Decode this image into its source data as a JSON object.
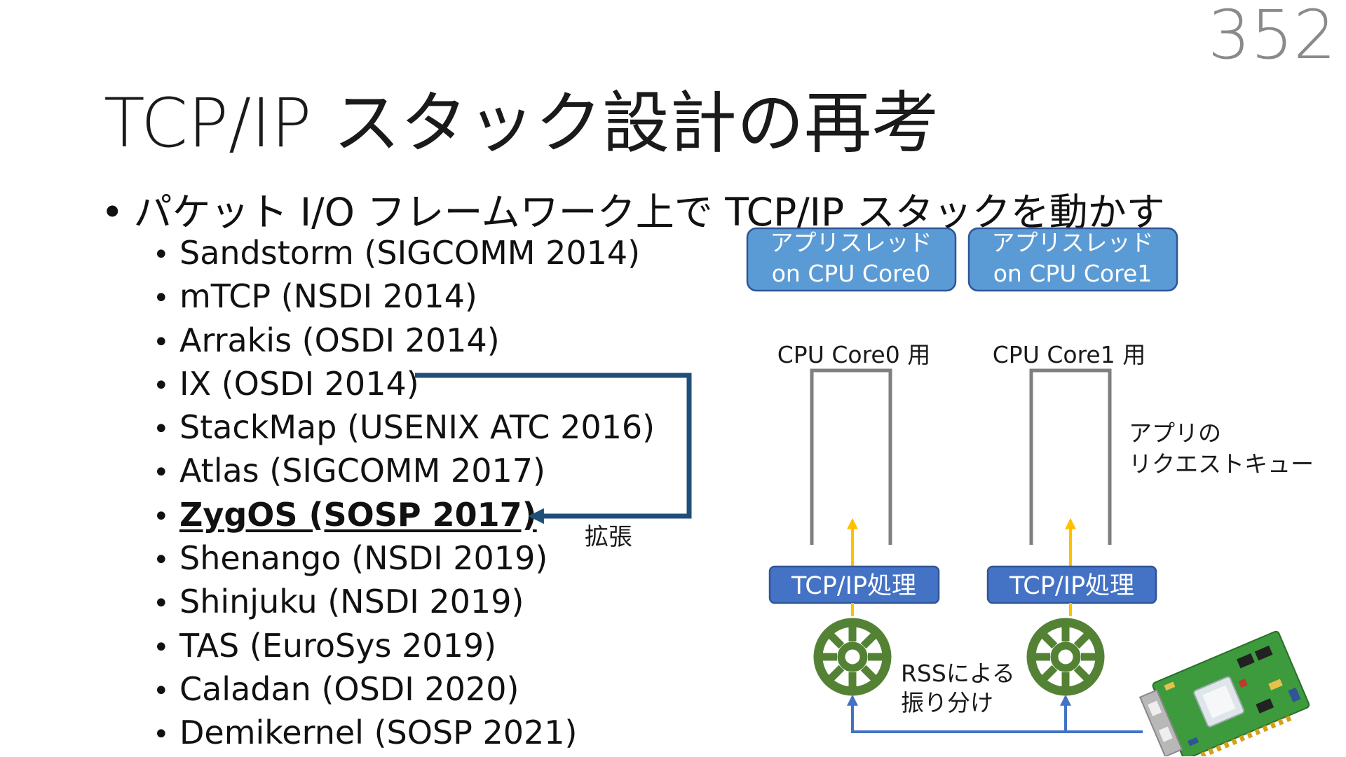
{
  "slide": {
    "page_number": "352",
    "title": "TCP/IP スタック設計の再考",
    "main_bullet": "パケット I/O フレームワーク上で TCP/IP スタックを動かす",
    "bullet_glyph": "•",
    "systems": [
      {
        "label": "Sandstorm (SIGCOMM 2014)"
      },
      {
        "label": "mTCP (NSDI 2014)"
      },
      {
        "label": "Arrakis (OSDI 2014)"
      },
      {
        "label": "IX (OSDI 2014)"
      },
      {
        "label": "StackMap (USENIX ATC 2016)"
      },
      {
        "label": "Atlas (SIGCOMM 2017)"
      },
      {
        "label": "ZygOS (SOSP 2017)",
        "highlight": true
      },
      {
        "label": "Shenango (NSDI 2019)"
      },
      {
        "label": "Shinjuku (NSDI 2019)"
      },
      {
        "label": "TAS (EuroSys 2019)"
      },
      {
        "label": "Caladan (OSDI 2020)"
      },
      {
        "label": "Demikernel (SOSP 2021)"
      }
    ],
    "extension_label": "拡張"
  },
  "diagram": {
    "app_threads": [
      {
        "line1": "アプリスレッド",
        "line2": "on CPU Core0"
      },
      {
        "line1": "アプリスレッド",
        "line2": "on CPU Core1"
      }
    ],
    "queue_labels": [
      "CPU Core0 用",
      "CPU Core1 用"
    ],
    "request_queue_label": [
      "アプリの",
      "リクエストキュー"
    ],
    "tcpip_labels": [
      "TCP/IP処理",
      "TCP/IP処理"
    ],
    "rss_label": [
      "RSSによる",
      "振り分け"
    ],
    "colors": {
      "box_fill": "#5b9bd5",
      "box_dark": "#4472c4",
      "box_border": "#2f5597",
      "box_text": "#ffffff",
      "arrow_navy": "#1f4e79",
      "queue_gray": "#7f7f7f",
      "arrow_yellow": "#ffc000",
      "rss_green": "#548235",
      "line_blue": "#4472c4",
      "pcb_green": "#3d9a3d"
    },
    "icons": [
      "rss-wheel-icon",
      "nic-card-icon"
    ]
  }
}
